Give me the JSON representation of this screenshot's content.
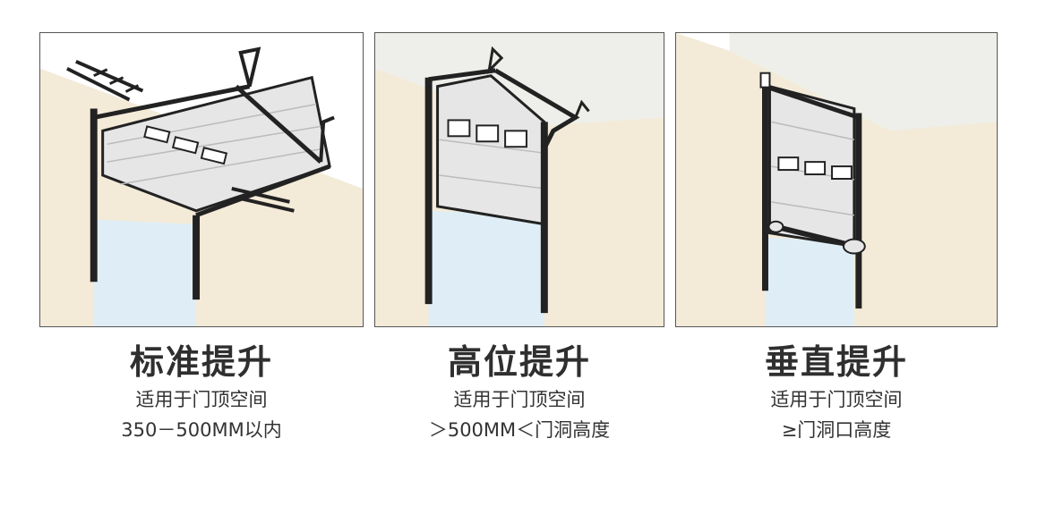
{
  "panels": [
    {
      "title": "标准提升",
      "line1": "适用于门顶空间",
      "line2": "350－500MM以内",
      "illustration": "standard-lift-door"
    },
    {
      "title": "高位提升",
      "line1": "适用于门顶空间",
      "line2": "＞500MM＜门洞高度",
      "illustration": "high-lift-door"
    },
    {
      "title": "垂直提升",
      "line1": "适用于门顶空间",
      "line2": "≥门洞口高度",
      "illustration": "vertical-lift-door"
    }
  ],
  "colors": {
    "wall": "#f3ead8",
    "ceiling": "#eeeeea",
    "door": "#e6e6e6",
    "track": "#222222",
    "sky": "#dfeef6"
  }
}
